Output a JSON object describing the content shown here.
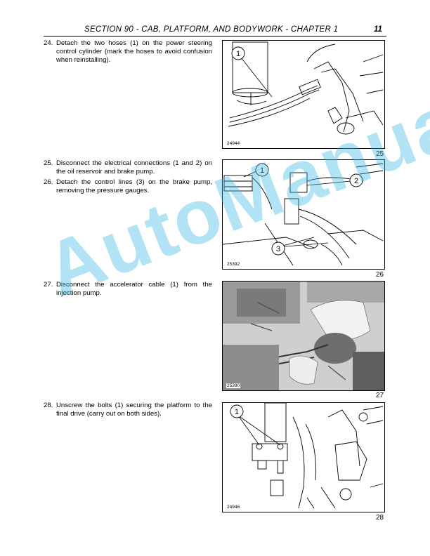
{
  "header": {
    "title": "SECTION 90 - CAB, PLATFORM, AND BODYWORK - CHAPTER 1",
    "page": "11"
  },
  "steps": [
    {
      "num": "24.",
      "text": "Detach the two hoses (1) on the power steering control cylinder (mark the hoses to avoid confusion when reinstalling)."
    },
    {
      "num": "25.",
      "text": "Disconnect the electrical connections (1 and 2) on the oil reservoir and brake pump."
    },
    {
      "num": "26.",
      "text": "Detach the control lines (3) on the brake pump, removing the pressure gauges."
    },
    {
      "num": "27.",
      "text": "Disconnect the accelerator cable (1) from the injection pump."
    },
    {
      "num": "28.",
      "text": "Unscrew the bolts (1) securing the platform to the final drive (carry out on both sides)."
    }
  ],
  "figures": [
    {
      "code": "24944",
      "number": "25",
      "callouts": [
        "1"
      ]
    },
    {
      "code": "25392",
      "number": "26",
      "callouts": [
        "1",
        "2",
        "3"
      ]
    },
    {
      "code": "25390",
      "number": "27",
      "callouts": []
    },
    {
      "code": "24946",
      "number": "28",
      "callouts": [
        "1"
      ]
    }
  ],
  "watermark": {
    "text": "AutoManual",
    "color": "#38b8e6"
  }
}
